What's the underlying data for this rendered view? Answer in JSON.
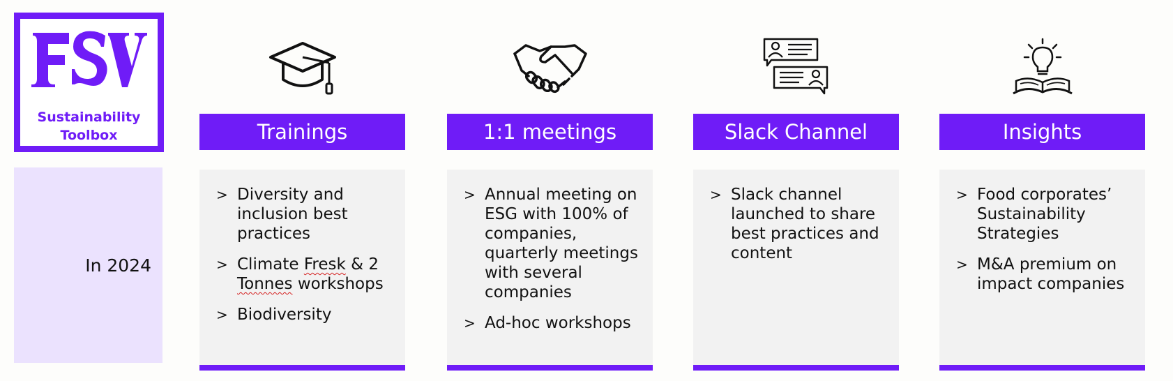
{
  "logo": {
    "mark": "FSV",
    "subtitle_line1": "Sustainability",
    "subtitle_line2": "Toolbox"
  },
  "row_label": "In 2024",
  "colors": {
    "brand": "#6f1cf7",
    "panel": "#ebe2fe",
    "box": "#f2f2f2"
  },
  "columns": [
    {
      "icon": "graduation-cap-icon",
      "title": "Trainings",
      "bullets": [
        {
          "parts": [
            "Diversity and inclusion best practices"
          ]
        },
        {
          "parts": [
            "Climate ",
            "Fresk",
            " & 2 ",
            "Tonnes",
            " workshops"
          ]
        },
        {
          "parts": [
            "Biodiversity"
          ]
        }
      ]
    },
    {
      "icon": "handshake-icon",
      "title": "1:1 meetings",
      "bullets": [
        {
          "parts": [
            "Annual meeting on ESG with 100% of companies, quarterly meetings with several companies"
          ]
        },
        {
          "parts": [
            "Ad-hoc workshops"
          ]
        }
      ]
    },
    {
      "icon": "chat-bubbles-icon",
      "title": "Slack Channel",
      "bullets": [
        {
          "parts": [
            "Slack channel launched to share best practices and content"
          ]
        }
      ]
    },
    {
      "icon": "lightbulb-book-icon",
      "title": "Insights",
      "bullets": [
        {
          "parts": [
            "Food corporates’ Sustainability Strategies"
          ]
        },
        {
          "parts": [
            "M&A premium on impact companies"
          ]
        }
      ]
    }
  ]
}
